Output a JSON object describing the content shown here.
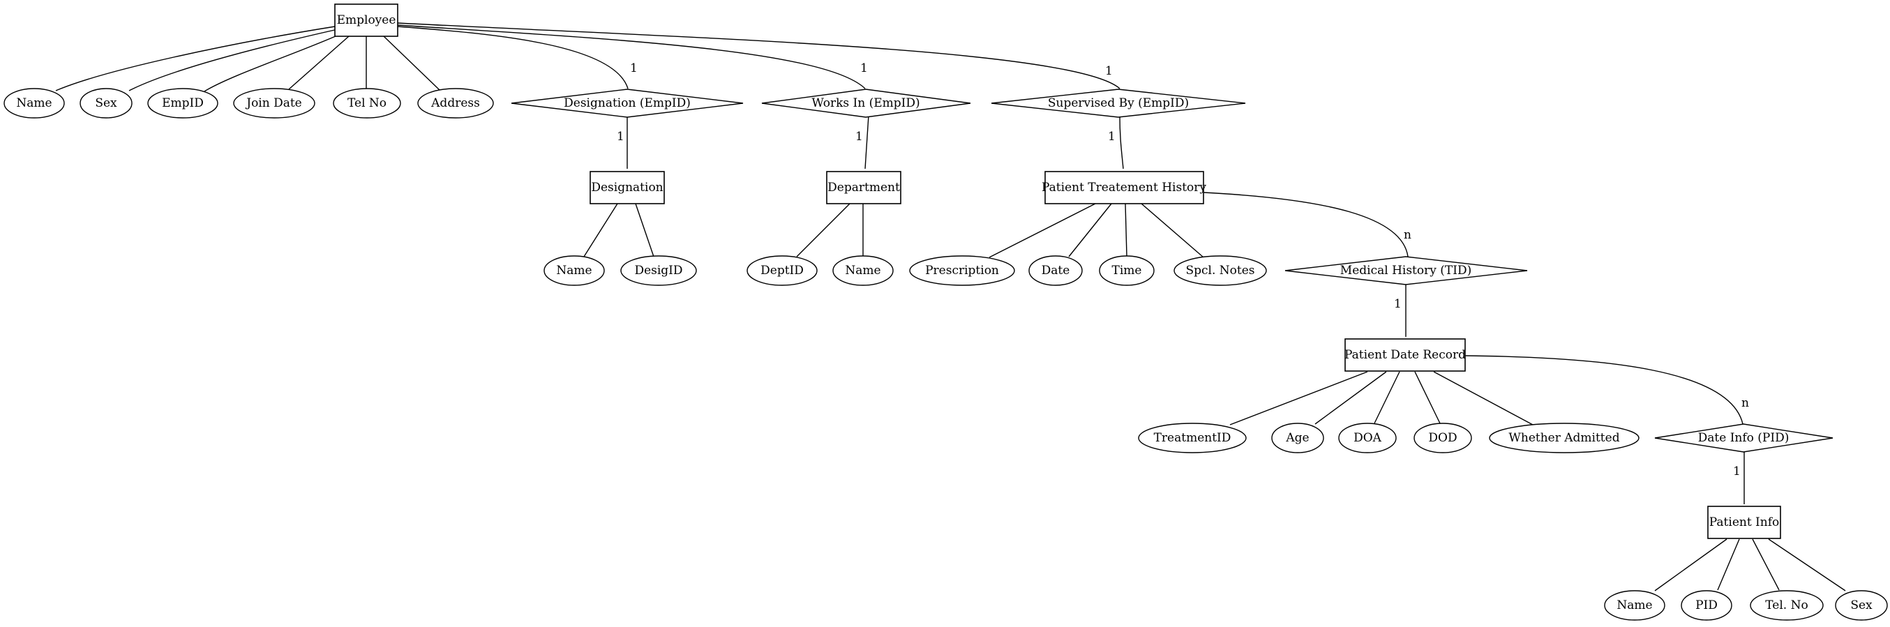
{
  "entities": {
    "employee": "Employee",
    "designation": "Designation",
    "department": "Department",
    "patient_treatment_history": "Patient Treatement History",
    "patient_date_record": "Patient Date Record",
    "patient_info": "Patient Info"
  },
  "relationships": {
    "designation_empid": "Designation (EmpID)",
    "works_in_empid": "Works In (EmpID)",
    "supervised_by_empid": "Supervised By (EmpID)",
    "medical_history_tid": "Medical History (TID)",
    "date_info_pid": "Date Info (PID)"
  },
  "attributes": {
    "employee": [
      "Name",
      "Sex",
      "EmpID",
      "Join Date",
      "Tel No",
      "Address"
    ],
    "designation": [
      "Name",
      "DesigID"
    ],
    "department": [
      "DeptID",
      "Name"
    ],
    "patient_treatment_history": [
      "Prescription",
      "Date",
      "Time",
      "Spcl. Notes"
    ],
    "patient_date_record": [
      "TreatmentID",
      "Age",
      "DOA",
      "DOD",
      "Whether Admitted"
    ],
    "patient_info": [
      "Name",
      "PID",
      "Tel. No",
      "Sex"
    ]
  },
  "cardinalities": {
    "designation_top": "1",
    "designation_bottom": "1",
    "works_in_top": "1",
    "works_in_bottom": "1",
    "supervised_top": "1",
    "supervised_bottom": "1",
    "medical_history_top": "n",
    "medical_history_bottom": "1",
    "date_info_top": "n",
    "date_info_bottom": "1"
  }
}
